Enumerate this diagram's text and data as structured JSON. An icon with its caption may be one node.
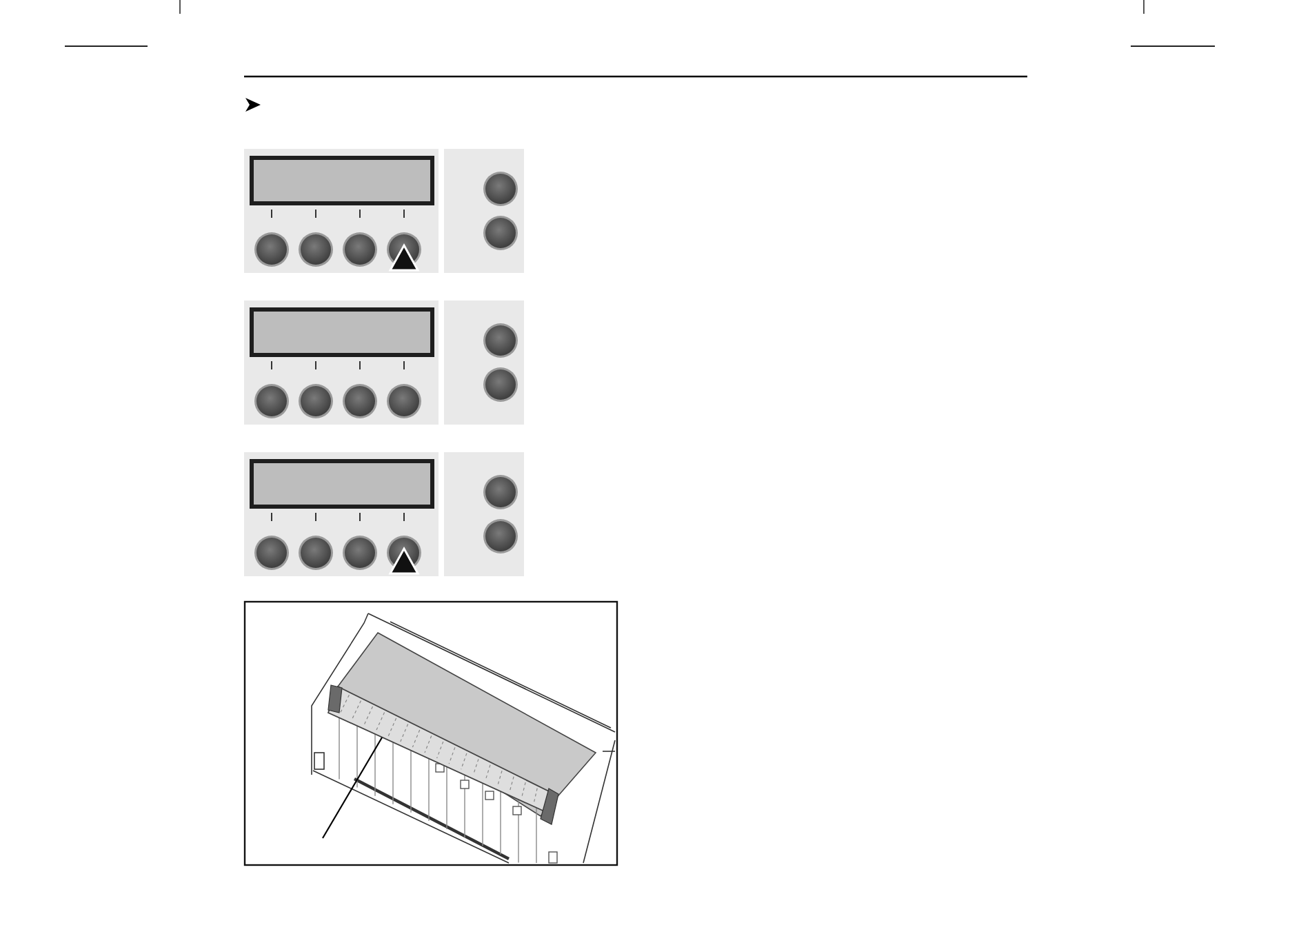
{
  "diagram": {
    "nodes": [
      {
        "text": [],
        "shape": "box"
      },
      {
        "text": [],
        "shape": "box"
      },
      {
        "text": [],
        "shape": "box"
      },
      {
        "text": [],
        "shape": "picture"
      }
    ],
    "edges": [
      {
        "from": null,
        "to": 3,
        "arrow": "none"
      }
    ]
  }
}
